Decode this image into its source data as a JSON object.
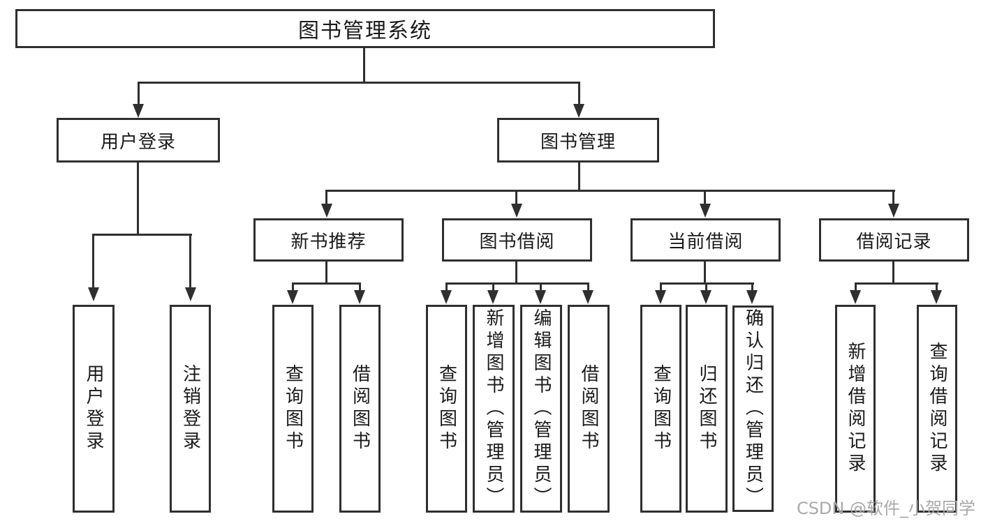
{
  "diagram": {
    "root": {
      "label": "图书管理系统"
    },
    "level1": [
      {
        "label": "用户登录"
      },
      {
        "label": "图书管理"
      }
    ],
    "level2": [
      {
        "label": "新书推荐",
        "parent": "图书管理"
      },
      {
        "label": "图书借阅",
        "parent": "图书管理"
      },
      {
        "label": "当前借阅",
        "parent": "图书管理"
      },
      {
        "label": "借阅记录",
        "parent": "图书管理"
      }
    ],
    "leaves": [
      {
        "label": "用户登录",
        "parent": "用户登录"
      },
      {
        "label": "注销登录",
        "parent": "用户登录"
      },
      {
        "label": "查询图书",
        "parent": "新书推荐"
      },
      {
        "label": "借阅图书",
        "parent": "新书推荐"
      },
      {
        "label": "查询图书",
        "parent": "图书借阅"
      },
      {
        "label": "新增图书（管理员）",
        "parent": "图书借阅"
      },
      {
        "label": "编辑图书（管理员）",
        "parent": "图书借阅"
      },
      {
        "label": "借阅图书",
        "parent": "图书借阅"
      },
      {
        "label": "查询图书",
        "parent": "当前借阅"
      },
      {
        "label": "归还图书",
        "parent": "当前借阅"
      },
      {
        "label": "确认归还（管理员）",
        "parent": "当前借阅"
      },
      {
        "label": "新增借阅记录",
        "parent": "借阅记录"
      },
      {
        "label": "查询借阅记录",
        "parent": "借阅记录"
      }
    ]
  },
  "watermark": {
    "text": "CSDN @软件_小贺同学"
  },
  "colors": {
    "line": "#2f2f2f",
    "text": "#1a1a1a",
    "background": "#ffffff",
    "watermark": "#a9a9a9"
  }
}
